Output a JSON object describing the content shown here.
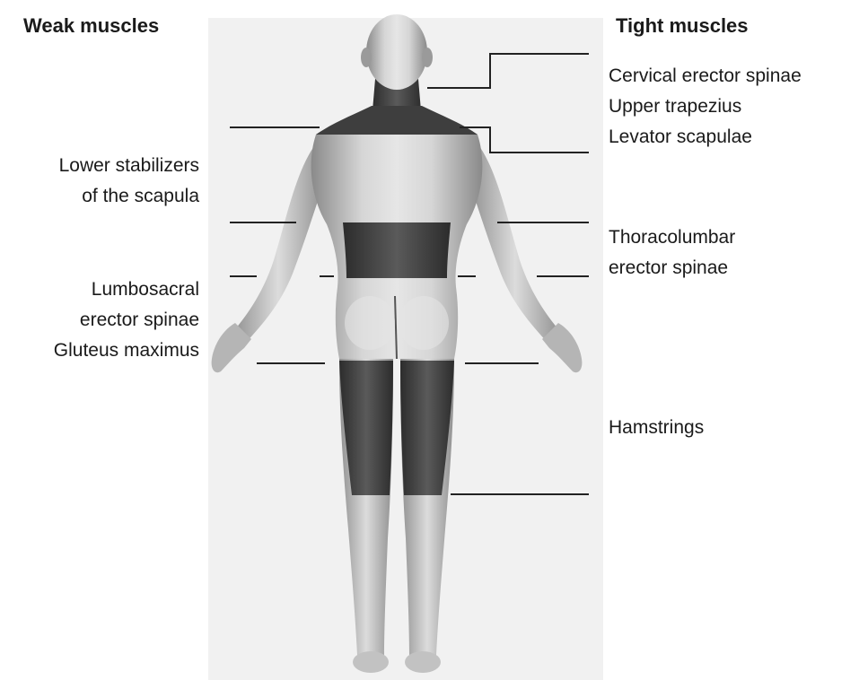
{
  "headers": {
    "weak": "Weak muscles",
    "tight": "Tight muscles"
  },
  "weak_labels": {
    "scapula": [
      "Lower stabilizers",
      "of the scapula"
    ],
    "lumbo": [
      "Lumbosacral",
      "erector spinae",
      "Gluteus maximus"
    ]
  },
  "tight_labels": {
    "neck": [
      "Cervical erector spinae",
      "Upper trapezius",
      "Levator scapulae"
    ],
    "thoraco": [
      "Thoracolumbar",
      "erector spinae"
    ],
    "ham": [
      "Hamstrings"
    ]
  },
  "colors": {
    "tight_shade": "#3a3a3a",
    "skin_light": "#d8d8d8",
    "line": "#222222"
  }
}
